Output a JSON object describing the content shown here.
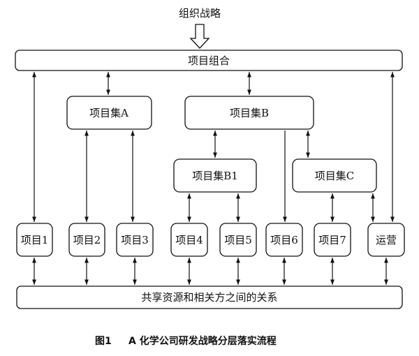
{
  "diagram": {
    "input_label": "组织战略",
    "portfolio_label": "项目组合",
    "program_a_label": "项目集A",
    "program_b_label": "项目集B",
    "program_b1_label": "项目集B1",
    "program_c_label": "项目集C",
    "projects": [
      "项目1",
      "项目2",
      "项目3",
      "项目4",
      "项目5",
      "项目6",
      "项目7"
    ],
    "operations_label": "运营",
    "shared_label": "共享资源和相关方之间的关系"
  },
  "caption": {
    "figure_number": "图1",
    "title": "A 化学公司研发战略分层落实流程"
  }
}
